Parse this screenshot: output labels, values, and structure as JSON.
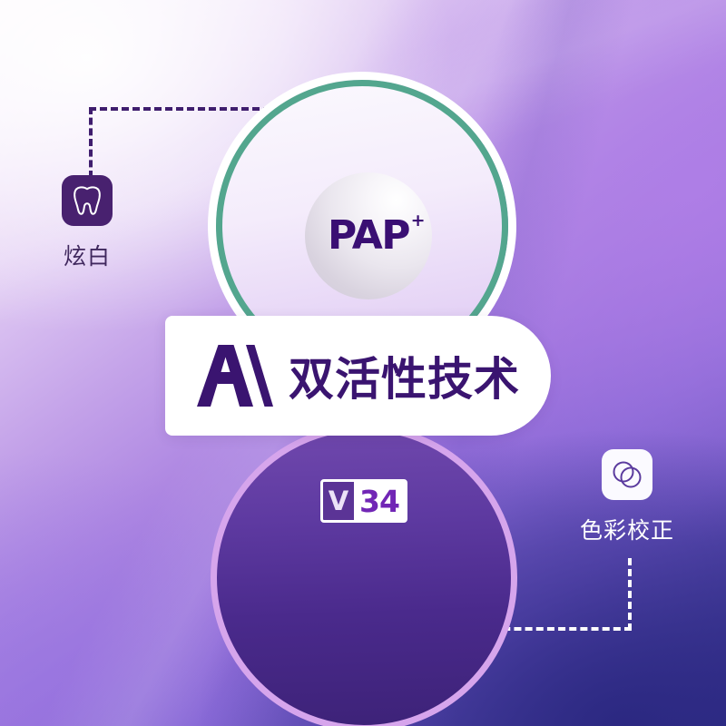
{
  "poster": {
    "background": {
      "top_left_color": "#fbf7fd",
      "top_right_color": "#a878e0",
      "bottom_left_color": "#8a6bd8",
      "bottom_right_color": "#2e2b82"
    },
    "top_circle": {
      "ring_color": "#53a68e",
      "outer_ring_color": "#ffffff",
      "fill_color": "#f2e9fa"
    },
    "bottom_circle": {
      "ring_color": "#d6a5ec",
      "fill_color": "#4a2a8c"
    },
    "sphere": {
      "label": "PAP",
      "superscript": "+",
      "text_color": "#3a0f73"
    },
    "tech_card": {
      "brand_icon": "brand-a-mark-icon",
      "title": "双活性技术",
      "title_color": "#3a1470",
      "card_color": "#ffffff"
    },
    "version_badge": {
      "letter": "V",
      "number": "34",
      "letter_bg": "#5b3496",
      "number_color": "#7126b5"
    },
    "features": [
      {
        "id": "whitening",
        "label": "炫白",
        "icon": "tooth-icon",
        "tile_color": "#48216f",
        "label_color": "#40285e"
      },
      {
        "id": "color-correction",
        "label": "色彩校正",
        "icon": "overlapping-circles-icon",
        "tile_color": "#fbfaff",
        "label_color": "#ffffff"
      }
    ],
    "brackets": [
      {
        "id": "top-left",
        "color": "#3f1d6e",
        "style": "dashed"
      },
      {
        "id": "bottom-right",
        "color": "#ffffff",
        "style": "dashed"
      }
    ]
  }
}
